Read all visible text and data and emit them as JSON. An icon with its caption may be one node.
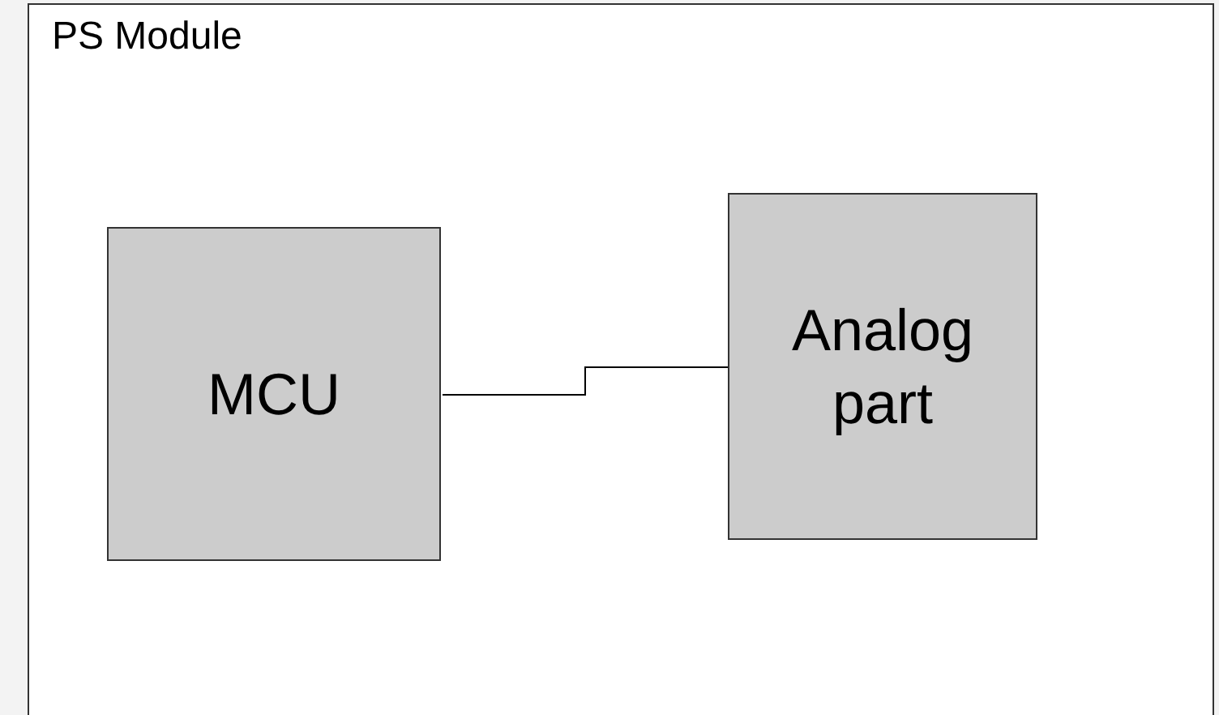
{
  "diagram": {
    "nodes": [
      {
        "text": [
          "PS Module"
        ]
      },
      {
        "text": [
          "MCU"
        ],
        "in": 0
      },
      {
        "text": [
          "Analog part"
        ],
        "in": 0
      }
    ],
    "edges": [
      {
        "from": 1,
        "to": 2,
        "arrow": "none"
      }
    ]
  }
}
